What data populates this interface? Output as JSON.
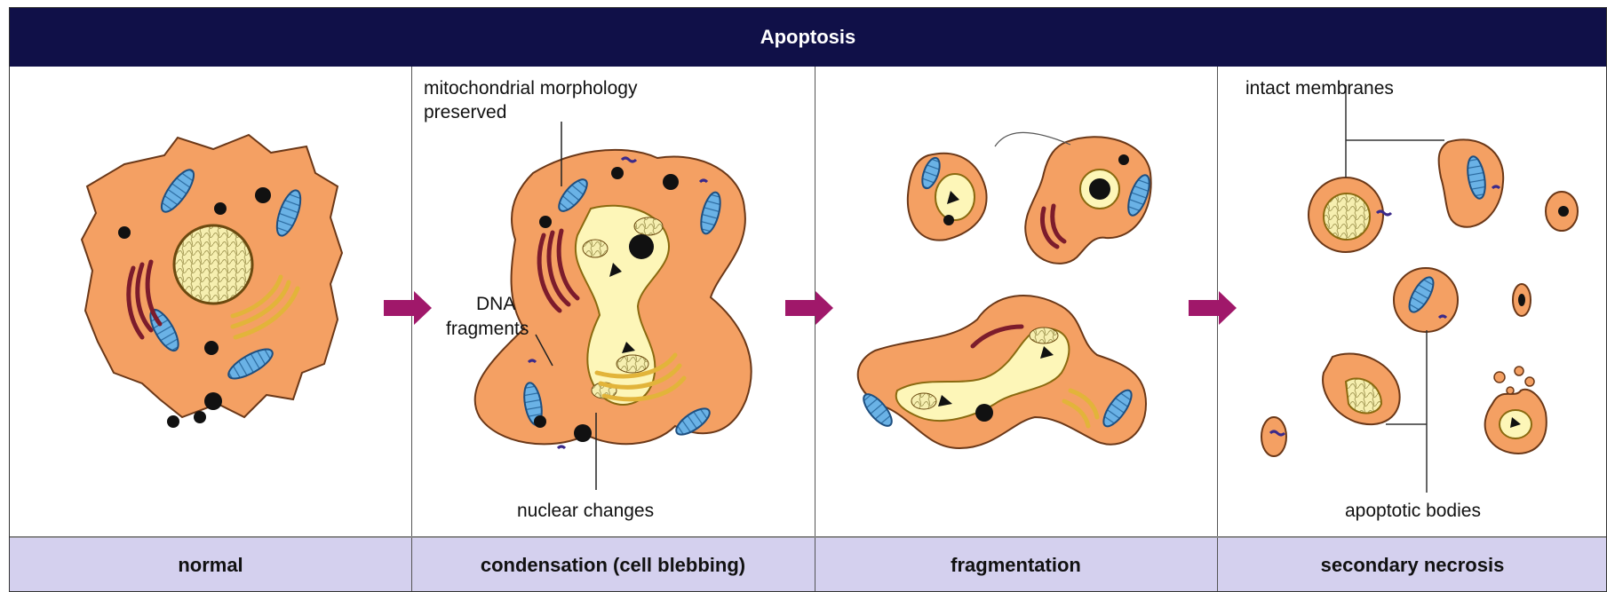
{
  "title": "Apoptosis",
  "stages": [
    {
      "label": "normal"
    },
    {
      "label": "condensation (cell blebbing)"
    },
    {
      "label": "fragmentation"
    },
    {
      "label": "secondary necrosis"
    }
  ],
  "annotations": {
    "mitochondrial_line1": "mitochondrial morphology",
    "mitochondrial_line2": "preserved",
    "dna_line1": "DNA",
    "dna_line2": "fragments",
    "nuclear_changes": "nuclear changes",
    "intact_membranes": "intact membranes",
    "apoptotic_bodies": "apoptotic bodies"
  },
  "colors": {
    "header_bg": "#101048",
    "footer_bg": "#d4d0ee",
    "cytoplasm": "#f4a063",
    "nucleus": "#fdf6b8",
    "mitochondria": "#6ab2e6",
    "golgi": "#e2b43a",
    "er": "#7c1c2c",
    "arrow": "#a0186a"
  }
}
